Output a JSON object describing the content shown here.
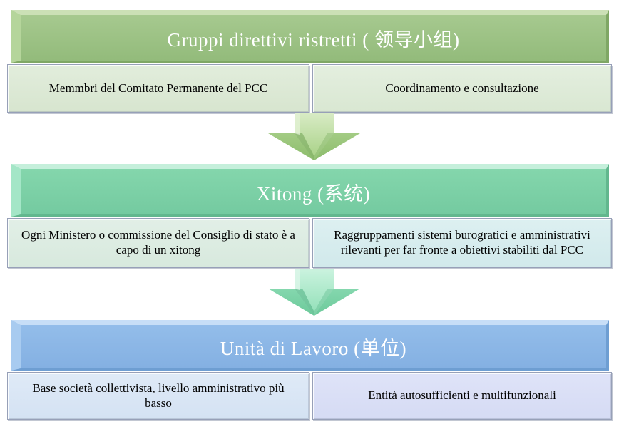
{
  "diagram": {
    "sections": [
      {
        "title": "Gruppi direttivi ristretti ( 领导小组)",
        "boxes": [
          "Memmbri del Comitato Permanente del PCC",
          "Coordinamento e consultazione"
        ],
        "accent_color": "#9CC287"
      },
      {
        "title": "Xitong (系统)",
        "boxes": [
          "Ogni Ministero o commissione del Consiglio di stato è a capo di un xitong",
          "Raggruppamenti sistemi burogratici e amministrativi rilevanti per far fronte a obiettivi stabiliti dal PCC"
        ],
        "accent_color": "#7ED3A9"
      },
      {
        "title": "Unità di Lavoro (单位)",
        "boxes": [
          "Base società collettivista, livello amministrativo più basso",
          "Entità autosufficienti e multifunzionali"
        ],
        "accent_color": "#8FBAE8"
      }
    ],
    "connectors": [
      {
        "name": "down-arrow-green",
        "color": "#A8D18D"
      },
      {
        "name": "down-arrow-mint",
        "color": "#85DDB2"
      }
    ]
  }
}
